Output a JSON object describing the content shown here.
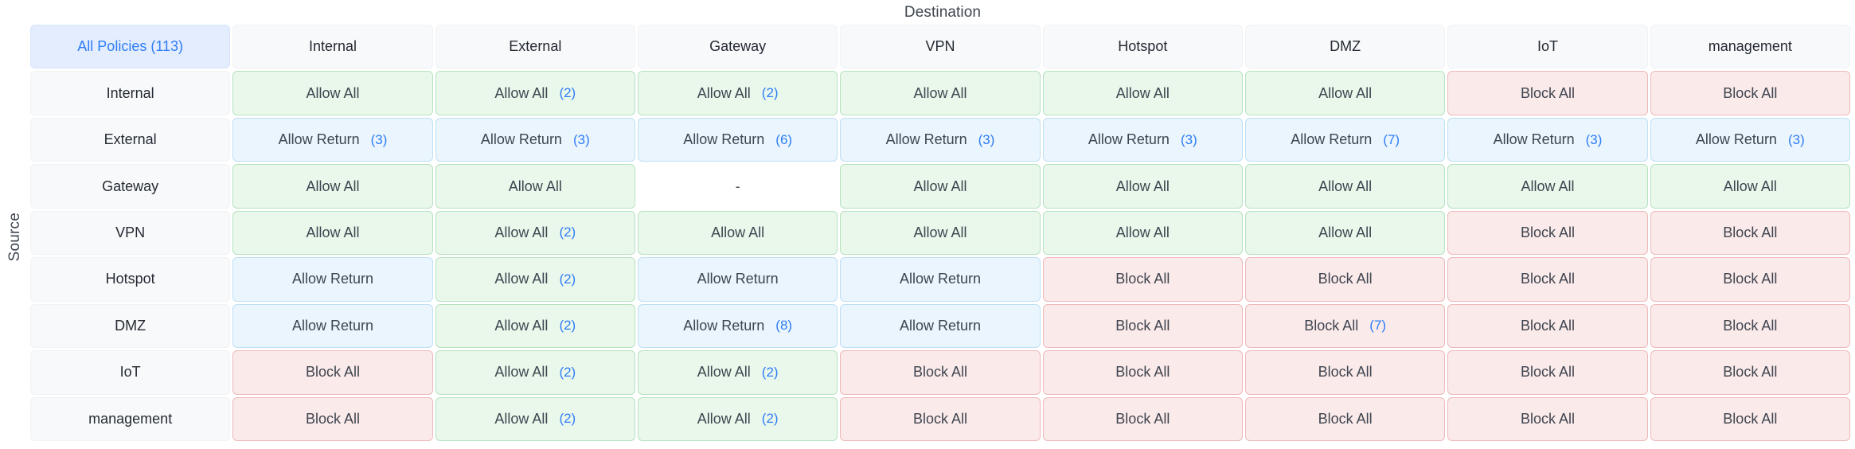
{
  "titles": {
    "destination": "Destination",
    "source": "Source"
  },
  "corner": {
    "label": "All Policies (113)",
    "count": 113
  },
  "colors": {
    "accent": "#2f7df6",
    "allow_all_bg": "#eaf8ec",
    "allow_all_border": "#b6e2bf",
    "allow_return_bg": "#eaf5fd",
    "allow_return_border": "#bfdff5",
    "block_all_bg": "#fbeaea",
    "block_all_border": "#eeb9b9",
    "header_bg": "#f8f9fa",
    "corner_bg": "#e3edfd",
    "text": "#3f4550"
  },
  "destinations": [
    "Internal",
    "External",
    "Gateway",
    "VPN",
    "Hotspot",
    "DMZ",
    "IoT",
    "management"
  ],
  "sources": [
    "Internal",
    "External",
    "Gateway",
    "VPN",
    "Hotspot",
    "DMZ",
    "IoT",
    "management"
  ],
  "empty_label": "-",
  "matrix": [
    {
      "source": "Internal",
      "cells": [
        {
          "label": "Allow All",
          "count": "",
          "kind": "allow-all"
        },
        {
          "label": "Allow All",
          "count": "(2)",
          "kind": "allow-all"
        },
        {
          "label": "Allow All",
          "count": "(2)",
          "kind": "allow-all"
        },
        {
          "label": "Allow All",
          "count": "",
          "kind": "allow-all"
        },
        {
          "label": "Allow All",
          "count": "",
          "kind": "allow-all"
        },
        {
          "label": "Allow All",
          "count": "",
          "kind": "allow-all"
        },
        {
          "label": "Block All",
          "count": "",
          "kind": "block-all"
        },
        {
          "label": "Block All",
          "count": "",
          "kind": "block-all"
        }
      ]
    },
    {
      "source": "External",
      "cells": [
        {
          "label": "Allow Return",
          "count": "(3)",
          "kind": "allow-return"
        },
        {
          "label": "Allow Return",
          "count": "(3)",
          "kind": "allow-return"
        },
        {
          "label": "Allow Return",
          "count": "(6)",
          "kind": "allow-return"
        },
        {
          "label": "Allow Return",
          "count": "(3)",
          "kind": "allow-return"
        },
        {
          "label": "Allow Return",
          "count": "(3)",
          "kind": "allow-return"
        },
        {
          "label": "Allow Return",
          "count": "(7)",
          "kind": "allow-return"
        },
        {
          "label": "Allow Return",
          "count": "(3)",
          "kind": "allow-return"
        },
        {
          "label": "Allow Return",
          "count": "(3)",
          "kind": "allow-return"
        }
      ]
    },
    {
      "source": "Gateway",
      "cells": [
        {
          "label": "Allow All",
          "count": "",
          "kind": "allow-all"
        },
        {
          "label": "Allow All",
          "count": "",
          "kind": "allow-all"
        },
        {
          "label": "-",
          "count": "",
          "kind": "none"
        },
        {
          "label": "Allow All",
          "count": "",
          "kind": "allow-all"
        },
        {
          "label": "Allow All",
          "count": "",
          "kind": "allow-all"
        },
        {
          "label": "Allow All",
          "count": "",
          "kind": "allow-all"
        },
        {
          "label": "Allow All",
          "count": "",
          "kind": "allow-all"
        },
        {
          "label": "Allow All",
          "count": "",
          "kind": "allow-all"
        }
      ]
    },
    {
      "source": "VPN",
      "cells": [
        {
          "label": "Allow All",
          "count": "",
          "kind": "allow-all"
        },
        {
          "label": "Allow All",
          "count": "(2)",
          "kind": "allow-all"
        },
        {
          "label": "Allow All",
          "count": "",
          "kind": "allow-all"
        },
        {
          "label": "Allow All",
          "count": "",
          "kind": "allow-all"
        },
        {
          "label": "Allow All",
          "count": "",
          "kind": "allow-all"
        },
        {
          "label": "Allow All",
          "count": "",
          "kind": "allow-all"
        },
        {
          "label": "Block All",
          "count": "",
          "kind": "block-all"
        },
        {
          "label": "Block All",
          "count": "",
          "kind": "block-all"
        }
      ]
    },
    {
      "source": "Hotspot",
      "cells": [
        {
          "label": "Allow Return",
          "count": "",
          "kind": "allow-return"
        },
        {
          "label": "Allow All",
          "count": "(2)",
          "kind": "allow-all"
        },
        {
          "label": "Allow Return",
          "count": "",
          "kind": "allow-return"
        },
        {
          "label": "Allow Return",
          "count": "",
          "kind": "allow-return"
        },
        {
          "label": "Block All",
          "count": "",
          "kind": "block-all"
        },
        {
          "label": "Block All",
          "count": "",
          "kind": "block-all"
        },
        {
          "label": "Block All",
          "count": "",
          "kind": "block-all"
        },
        {
          "label": "Block All",
          "count": "",
          "kind": "block-all"
        }
      ]
    },
    {
      "source": "DMZ",
      "cells": [
        {
          "label": "Allow Return",
          "count": "",
          "kind": "allow-return"
        },
        {
          "label": "Allow All",
          "count": "(2)",
          "kind": "allow-all"
        },
        {
          "label": "Allow Return",
          "count": "(8)",
          "kind": "allow-return"
        },
        {
          "label": "Allow Return",
          "count": "",
          "kind": "allow-return"
        },
        {
          "label": "Block All",
          "count": "",
          "kind": "block-all"
        },
        {
          "label": "Block All",
          "count": "(7)",
          "kind": "block-all"
        },
        {
          "label": "Block All",
          "count": "",
          "kind": "block-all"
        },
        {
          "label": "Block All",
          "count": "",
          "kind": "block-all"
        }
      ]
    },
    {
      "source": "IoT",
      "cells": [
        {
          "label": "Block All",
          "count": "",
          "kind": "block-all"
        },
        {
          "label": "Allow All",
          "count": "(2)",
          "kind": "allow-all"
        },
        {
          "label": "Allow All",
          "count": "(2)",
          "kind": "allow-all"
        },
        {
          "label": "Block All",
          "count": "",
          "kind": "block-all"
        },
        {
          "label": "Block All",
          "count": "",
          "kind": "block-all"
        },
        {
          "label": "Block All",
          "count": "",
          "kind": "block-all"
        },
        {
          "label": "Block All",
          "count": "",
          "kind": "block-all"
        },
        {
          "label": "Block All",
          "count": "",
          "kind": "block-all"
        }
      ]
    },
    {
      "source": "management",
      "cells": [
        {
          "label": "Block All",
          "count": "",
          "kind": "block-all"
        },
        {
          "label": "Allow All",
          "count": "(2)",
          "kind": "allow-all"
        },
        {
          "label": "Allow All",
          "count": "(2)",
          "kind": "allow-all"
        },
        {
          "label": "Block All",
          "count": "",
          "kind": "block-all"
        },
        {
          "label": "Block All",
          "count": "",
          "kind": "block-all"
        },
        {
          "label": "Block All",
          "count": "",
          "kind": "block-all"
        },
        {
          "label": "Block All",
          "count": "",
          "kind": "block-all"
        },
        {
          "label": "Block All",
          "count": "",
          "kind": "block-all"
        }
      ]
    }
  ]
}
